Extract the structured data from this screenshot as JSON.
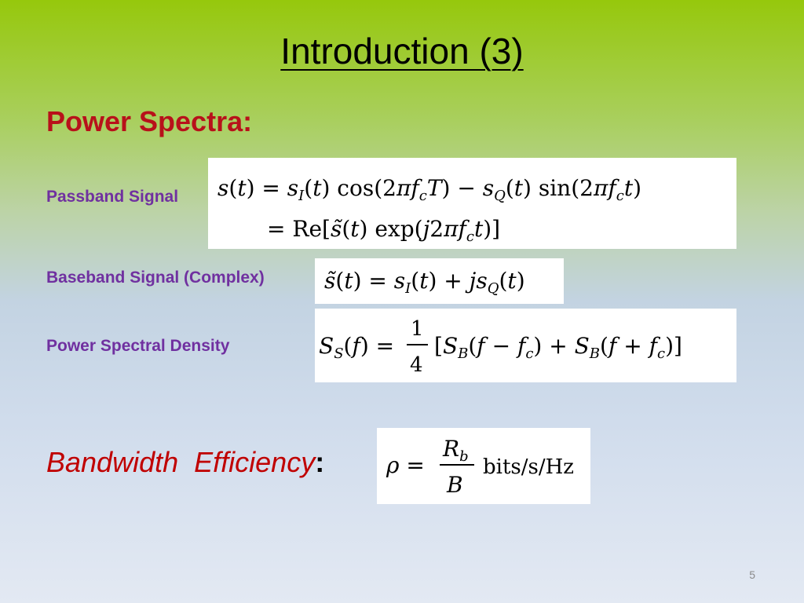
{
  "slide": {
    "title": "Introduction (3)",
    "heading": "Power Spectra:",
    "labels": {
      "passband": "Passband Signal",
      "baseband": "Baseband Signal (Complex)",
      "psd": "Power Spectral Density"
    },
    "bandwidth": {
      "part1": "Bandwidth",
      "part2": "Efficiency",
      "colon": ":"
    },
    "page_number": "5"
  }
}
